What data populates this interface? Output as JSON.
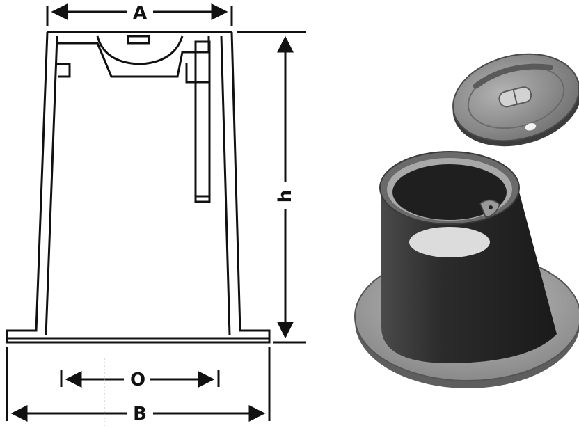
{
  "drawing": {
    "dimensions": {
      "top_width": "A",
      "height": "h",
      "inner_width": "O",
      "base_width": "B"
    }
  },
  "colors": {
    "line": "#111111",
    "body_dark": "#2a2a2a",
    "flange": "#9a9a9a",
    "lid": "#8c8c8c"
  }
}
